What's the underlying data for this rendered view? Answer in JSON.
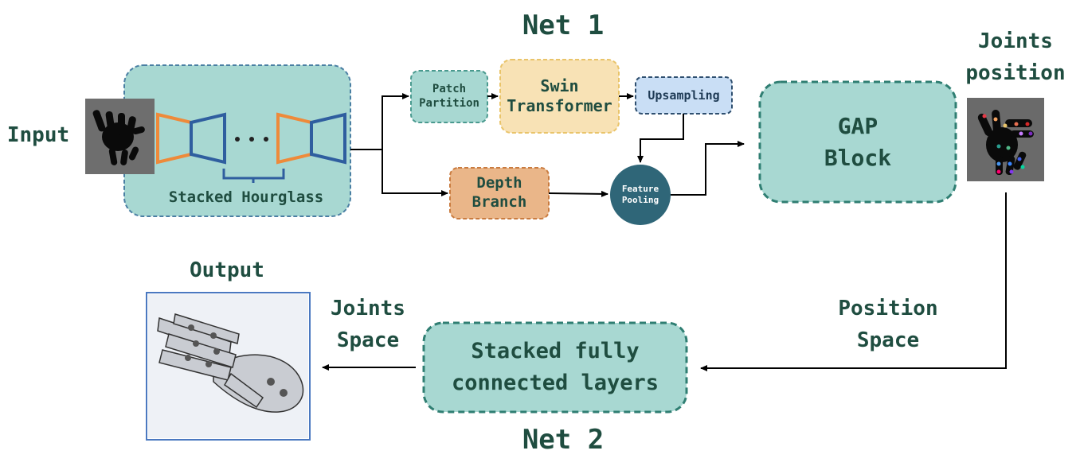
{
  "net1_title": "Net 1",
  "net2_title": "Net 2",
  "input_label": "Input",
  "output_label": "Output",
  "joints_position_label": "Joints\nposition",
  "joints_space_label": "Joints\nSpace",
  "position_space_label": "Position\nSpace",
  "stacked_hourglass_label": "Stacked Hourglass",
  "ellipsis": "•••",
  "boxes": {
    "patch_partition": "Patch\nPartition",
    "swin_transformer": "Swin\nTransformer",
    "upsampling": "Upsampling",
    "depth_branch": "Depth\nBranch",
    "feature_pooling": "Feature\nPooling",
    "gap_block": "GAP\nBlock",
    "stacked_fc": "Stacked fully\nconnected layers"
  },
  "colors": {
    "teal_fill": "#a8d8d2",
    "teal_border": "#4a9a8f",
    "dark_teal_border": "#2f7e72",
    "swin_fill": "#f8e2b5",
    "swin_border": "#e9c46a",
    "upsampling_fill": "#c9def5",
    "upsampling_border": "#2f4f6f",
    "depth_fill": "#eab689",
    "depth_border": "#c97b3f",
    "pooling_fill": "#2f6678",
    "hourglass_orange": "#ee8a3a",
    "hourglass_blue": "#2f5e9f",
    "label_text": "#1f4d40"
  }
}
